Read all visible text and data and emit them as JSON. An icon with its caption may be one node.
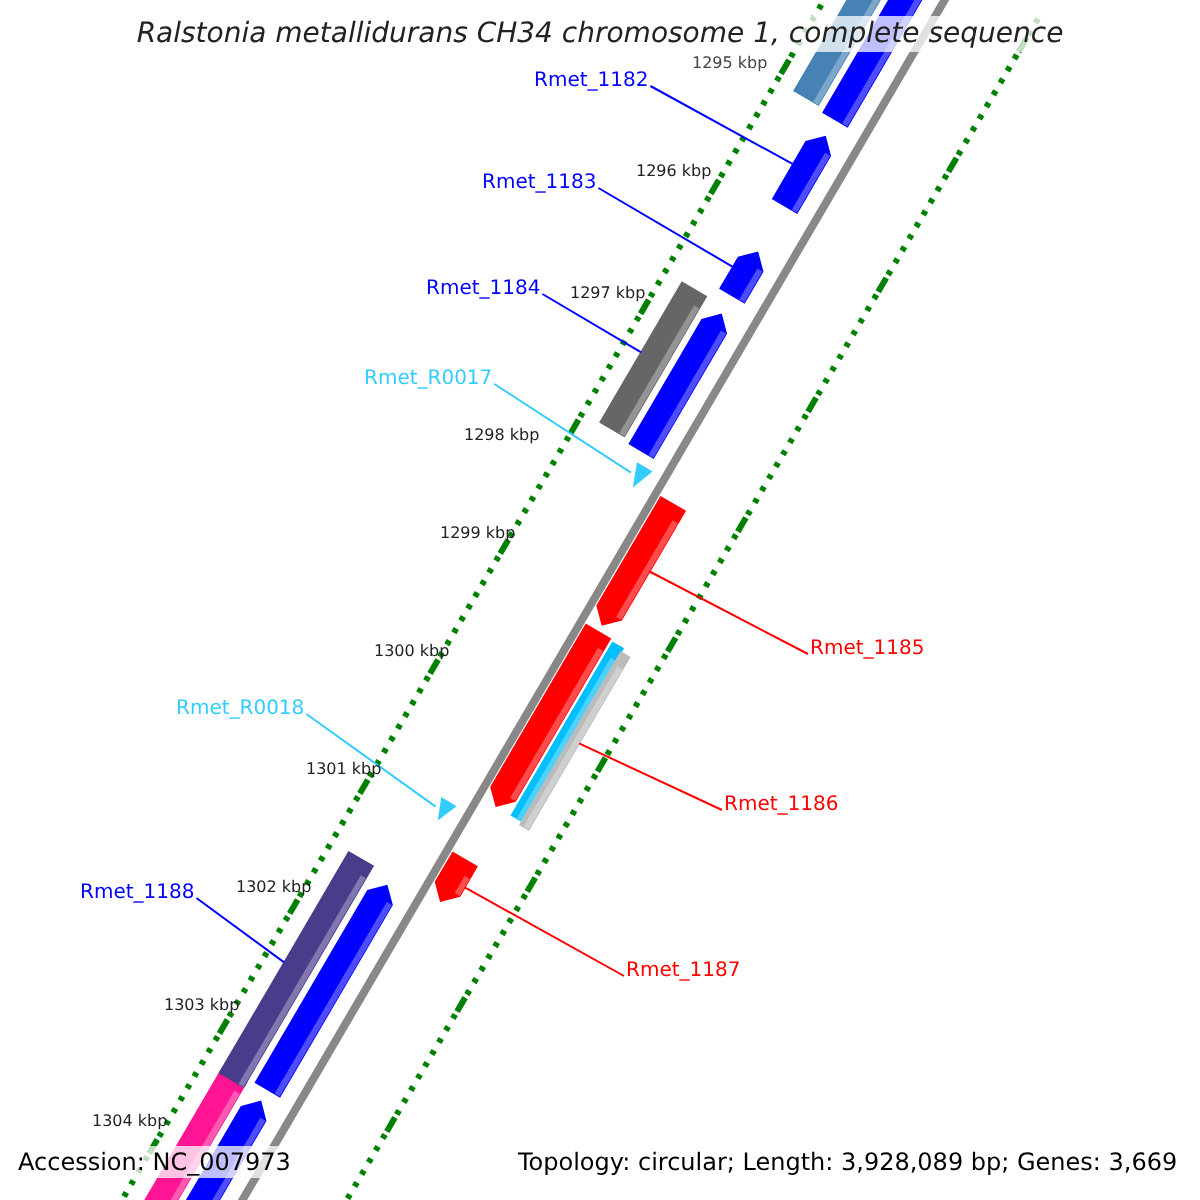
{
  "diagram": {
    "title": "Ralstonia metallidurans CH34 chromosome 1, complete sequence",
    "nodes": [
      {
        "text": [
          "Rmet_1182"
        ]
      },
      {
        "text": [],
        "shape": "bar"
      },
      {
        "text": [
          "Rmet_1183"
        ]
      },
      {
        "text": [],
        "shape": "bar"
      },
      {
        "text": [
          "Rmet_1184"
        ]
      },
      {
        "text": [],
        "shape": "bar"
      },
      {
        "text": [
          "Rmet_R0017"
        ]
      },
      {
        "text": [],
        "shape": "triangle"
      },
      {
        "text": [
          "Rmet_1185"
        ]
      },
      {
        "text": [],
        "shape": "bar"
      },
      {
        "text": [
          "Rmet_1186"
        ]
      },
      {
        "text": [],
        "shape": "bar"
      },
      {
        "text": [
          "Rmet_R0018"
        ]
      },
      {
        "text": [],
        "shape": "triangle"
      },
      {
        "text": [
          "Rmet_1187"
        ]
      },
      {
        "text": [],
        "shape": "bar"
      },
      {
        "text": [
          "Rmet_1188"
        ]
      },
      {
        "text": [],
        "shape": "bar"
      }
    ],
    "edges": [
      {
        "from": 0,
        "to": 1,
        "arrow": "none"
      },
      {
        "from": 2,
        "to": 3,
        "arrow": "none"
      },
      {
        "from": 4,
        "to": 5,
        "arrow": "none"
      },
      {
        "from": 6,
        "to": 7,
        "arrow": "none",
        "color": "#33ccff"
      },
      {
        "from": 8,
        "to": 9,
        "arrow": "none",
        "color": "#ff0000"
      },
      {
        "from": 10,
        "to": 11,
        "arrow": "none",
        "color": "#ff0000"
      },
      {
        "from": 12,
        "to": 13,
        "arrow": "none",
        "color": "#33ccff"
      },
      {
        "from": 14,
        "to": 15,
        "arrow": "none",
        "color": "#ff0000"
      },
      {
        "from": 16,
        "to": 17,
        "arrow": "none"
      }
    ],
    "labels": [
      "1295 kbp",
      "1296 kbp",
      "1297 kbp",
      "1298 kbp",
      "1299 kbp",
      "1300 kbp",
      "1301 kbp",
      "1302 kbp",
      "1303 kbp",
      "1304 kbp",
      "Accession: NC_007973",
      "Topology: circular; Length: 3,928,089 bp; Genes: 3,669"
    ]
  }
}
